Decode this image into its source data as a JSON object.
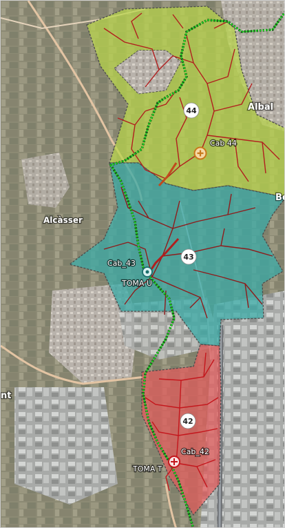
{
  "map": {
    "places": [
      {
        "id": "albal",
        "label": "Albal"
      },
      {
        "id": "alcasser",
        "label": "Alcàsser"
      },
      {
        "id": "be",
        "label": "Be"
      },
      {
        "id": "edge",
        "label": "nt"
      }
    ],
    "sectors": [
      {
        "id": "44",
        "number": "44",
        "color": "#b9d64a"
      },
      {
        "id": "43",
        "number": "43",
        "color": "#3aa9a6"
      },
      {
        "id": "42",
        "number": "42",
        "color": "#e35a5a"
      }
    ],
    "markers": [
      {
        "id": "cab44",
        "label": "Cab 44",
        "type": "cross"
      },
      {
        "id": "cab43",
        "label": "Cab_43",
        "type": "target"
      },
      {
        "id": "tomau",
        "label": "TOMA U"
      },
      {
        "id": "cab42",
        "label": "Cab_42"
      },
      {
        "id": "tomat",
        "label": "TOMA T",
        "type": "cross-circle"
      }
    ],
    "colors": {
      "pipe": "#b11e1e",
      "boundary": "#4b4b4b",
      "green_route": "#1fce22"
    }
  }
}
